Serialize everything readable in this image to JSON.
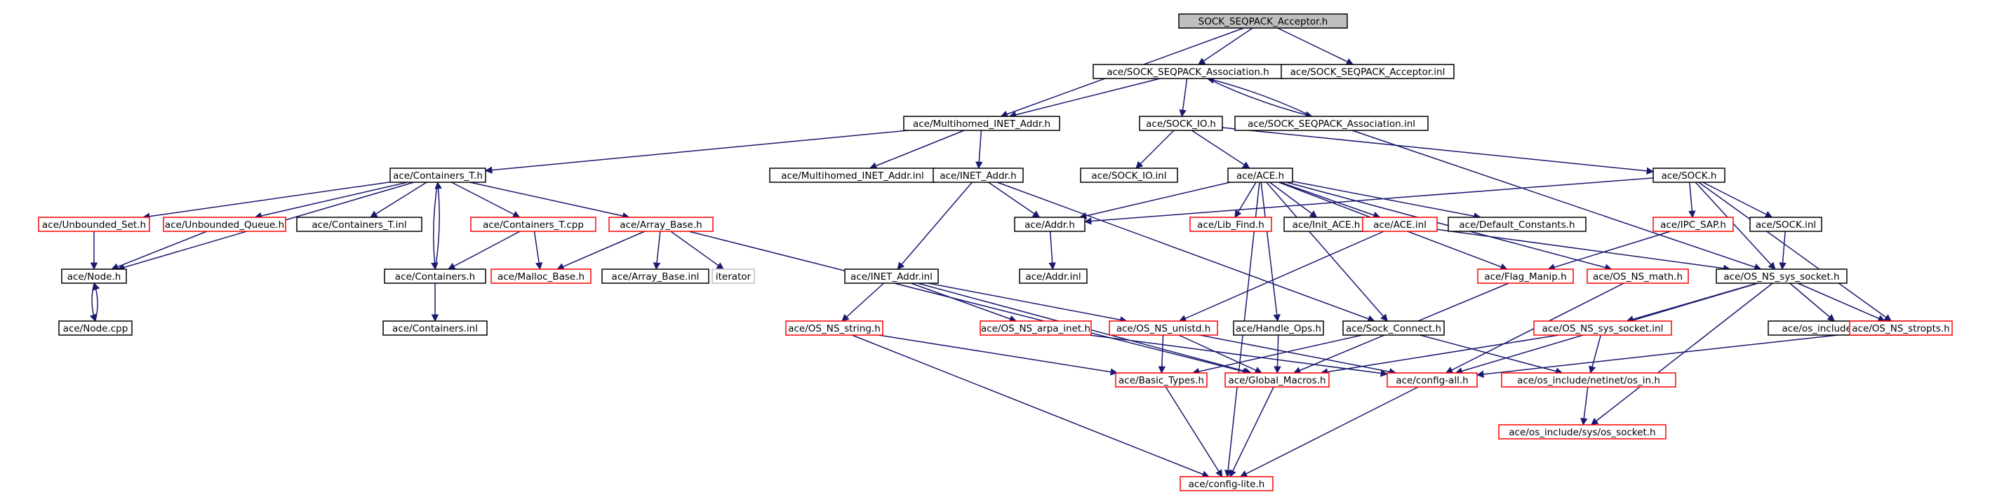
{
  "colors": {
    "root_fill": "#bfbfbf",
    "documented_border": "#000000",
    "undocumented_border": "#ff0000",
    "external_border": "#bfbfbf",
    "edge": "#191970"
  },
  "nodes": [
    {
      "id": "root",
      "label": "SOCK_SEQPACK_Acceptor.h",
      "kind": "root"
    },
    {
      "id": "assoc_h",
      "label": "ace/SOCK_SEQPACK_Association.h",
      "kind": "doc"
    },
    {
      "id": "acceptor_inl",
      "label": "ace/SOCK_SEQPACK_Acceptor.inl",
      "kind": "doc"
    },
    {
      "id": "multi_h",
      "label": "ace/Multihomed_INET_Addr.h",
      "kind": "doc"
    },
    {
      "id": "sockio_h",
      "label": "ace/SOCK_IO.h",
      "kind": "doc"
    },
    {
      "id": "assoc_inl",
      "label": "ace/SOCK_SEQPACK_Association.inl",
      "kind": "doc"
    },
    {
      "id": "cont_t_h",
      "label": "ace/Containers_T.h",
      "kind": "doc"
    },
    {
      "id": "multi_inl",
      "label": "ace/Multihomed_INET_Addr.inl",
      "kind": "doc"
    },
    {
      "id": "inet_h",
      "label": "ace/INET_Addr.h",
      "kind": "doc"
    },
    {
      "id": "sockio_inl",
      "label": "ace/SOCK_IO.inl",
      "kind": "doc"
    },
    {
      "id": "ace_h",
      "label": "ace/ACE.h",
      "kind": "doc"
    },
    {
      "id": "sock_h",
      "label": "ace/SOCK.h",
      "kind": "doc"
    },
    {
      "id": "unb_set",
      "label": "ace/Unbounded_Set.h",
      "kind": "undoc"
    },
    {
      "id": "unb_queue",
      "label": "ace/Unbounded_Queue.h",
      "kind": "undoc"
    },
    {
      "id": "cont_t_inl",
      "label": "ace/Containers_T.inl",
      "kind": "doc"
    },
    {
      "id": "cont_t_cpp",
      "label": "ace/Containers_T.cpp",
      "kind": "undoc"
    },
    {
      "id": "array_base_h",
      "label": "ace/Array_Base.h",
      "kind": "undoc"
    },
    {
      "id": "addr_h",
      "label": "ace/Addr.h",
      "kind": "doc"
    },
    {
      "id": "lib_find",
      "label": "ace/Lib_Find.h",
      "kind": "undoc"
    },
    {
      "id": "init_ace",
      "label": "ace/Init_ACE.h",
      "kind": "doc"
    },
    {
      "id": "ace_inl",
      "label": "ace/ACE.inl",
      "kind": "undoc"
    },
    {
      "id": "def_const",
      "label": "ace/Default_Constants.h",
      "kind": "doc"
    },
    {
      "id": "ipc_sap",
      "label": "ace/IPC_SAP.h",
      "kind": "undoc"
    },
    {
      "id": "sock_inl",
      "label": "ace/SOCK.inl",
      "kind": "doc"
    },
    {
      "id": "node_h",
      "label": "ace/Node.h",
      "kind": "doc"
    },
    {
      "id": "containers_h",
      "label": "ace/Containers.h",
      "kind": "doc"
    },
    {
      "id": "malloc_base",
      "label": "ace/Malloc_Base.h",
      "kind": "undoc"
    },
    {
      "id": "array_base_inl",
      "label": "ace/Array_Base.inl",
      "kind": "doc"
    },
    {
      "id": "iterator",
      "label": "iterator",
      "kind": "ext"
    },
    {
      "id": "addr_inl",
      "label": "ace/Addr.inl",
      "kind": "doc"
    },
    {
      "id": "inet_inl",
      "label": "ace/INET_Addr.inl",
      "kind": "doc"
    },
    {
      "id": "flag_manip",
      "label": "ace/Flag_Manip.h",
      "kind": "undoc"
    },
    {
      "id": "os_math",
      "label": "ace/OS_NS_math.h",
      "kind": "undoc"
    },
    {
      "id": "os_sys_socket_h",
      "label": "ace/OS_NS_sys_socket.h",
      "kind": "doc"
    },
    {
      "id": "node_cpp",
      "label": "ace/Node.cpp",
      "kind": "doc"
    },
    {
      "id": "containers_inl",
      "label": "ace/Containers.inl",
      "kind": "doc"
    },
    {
      "id": "os_string",
      "label": "ace/OS_NS_string.h",
      "kind": "undoc"
    },
    {
      "id": "os_arpa",
      "label": "ace/OS_NS_arpa_inet.h",
      "kind": "undoc"
    },
    {
      "id": "os_unistd",
      "label": "ace/OS_NS_unistd.h",
      "kind": "undoc"
    },
    {
      "id": "handle_ops",
      "label": "ace/Handle_Ops.h",
      "kind": "doc"
    },
    {
      "id": "sock_connect",
      "label": "ace/Sock_Connect.h",
      "kind": "doc"
    },
    {
      "id": "os_sys_socket_inl",
      "label": "ace/OS_NS_sys_socket.inl",
      "kind": "undoc"
    },
    {
      "id": "os_if",
      "label": "ace/os_include/net/os_if.h",
      "kind": "doc"
    },
    {
      "id": "os_stropts",
      "label": "ace/OS_NS_stropts.h",
      "kind": "undoc"
    },
    {
      "id": "basic_types",
      "label": "ace/Basic_Types.h",
      "kind": "undoc"
    },
    {
      "id": "global_macros",
      "label": "ace/Global_Macros.h",
      "kind": "undoc"
    },
    {
      "id": "config_all",
      "label": "ace/config-all.h",
      "kind": "undoc"
    },
    {
      "id": "os_in",
      "label": "ace/os_include/netinet/os_in.h",
      "kind": "undoc"
    },
    {
      "id": "os_socket",
      "label": "ace/os_include/sys/os_socket.h",
      "kind": "undoc"
    },
    {
      "id": "config_lite",
      "label": "ace/config-lite.h",
      "kind": "undoc"
    }
  ],
  "edges": [
    [
      "root",
      "assoc_h"
    ],
    [
      "root",
      "acceptor_inl"
    ],
    [
      "root",
      "multi_h"
    ],
    [
      "assoc_h",
      "multi_h"
    ],
    [
      "assoc_h",
      "sockio_h"
    ],
    [
      "assoc_h",
      "assoc_inl"
    ],
    [
      "assoc_inl",
      "assoc_h"
    ],
    [
      "multi_h",
      "cont_t_h"
    ],
    [
      "multi_h",
      "multi_inl"
    ],
    [
      "multi_h",
      "inet_h"
    ],
    [
      "sockio_h",
      "sockio_inl"
    ],
    [
      "sockio_h",
      "ace_h"
    ],
    [
      "sockio_h",
      "sock_h"
    ],
    [
      "assoc_inl",
      "os_sys_socket_h"
    ],
    [
      "cont_t_h",
      "node_h"
    ],
    [
      "cont_t_h",
      "unb_set"
    ],
    [
      "cont_t_h",
      "unb_queue"
    ],
    [
      "cont_t_h",
      "cont_t_inl"
    ],
    [
      "cont_t_h",
      "containers_h"
    ],
    [
      "cont_t_h",
      "cont_t_cpp"
    ],
    [
      "cont_t_h",
      "array_base_h"
    ],
    [
      "containers_h",
      "cont_t_h"
    ],
    [
      "containers_h",
      "containers_inl"
    ],
    [
      "unb_set",
      "node_h"
    ],
    [
      "unb_queue",
      "node_h"
    ],
    [
      "node_h",
      "node_cpp"
    ],
    [
      "node_cpp",
      "node_h"
    ],
    [
      "cont_t_cpp",
      "containers_h"
    ],
    [
      "cont_t_cpp",
      "malloc_base"
    ],
    [
      "array_base_h",
      "malloc_base"
    ],
    [
      "array_base_h",
      "array_base_inl"
    ],
    [
      "array_base_h",
      "iterator"
    ],
    [
      "array_base_h",
      "global_macros"
    ],
    [
      "inet_h",
      "addr_h"
    ],
    [
      "inet_h",
      "inet_inl"
    ],
    [
      "inet_h",
      "sock_connect"
    ],
    [
      "addr_h",
      "addr_inl"
    ],
    [
      "ace_h",
      "addr_h"
    ],
    [
      "ace_h",
      "lib_find"
    ],
    [
      "ace_h",
      "init_ace"
    ],
    [
      "ace_h",
      "ace_inl"
    ],
    [
      "ace_h",
      "def_const"
    ],
    [
      "ace_h",
      "flag_manip"
    ],
    [
      "ace_h",
      "os_math"
    ],
    [
      "ace_h",
      "handle_ops"
    ],
    [
      "ace_h",
      "sock_connect"
    ],
    [
      "ace_h",
      "config_lite"
    ],
    [
      "sock_h",
      "addr_h"
    ],
    [
      "sock_h",
      "ipc_sap"
    ],
    [
      "sock_h",
      "sock_inl"
    ],
    [
      "sock_h",
      "os_sys_socket_h"
    ],
    [
      "sock_h",
      "os_stropts"
    ],
    [
      "ipc_sap",
      "flag_manip"
    ],
    [
      "sock_inl",
      "os_sys_socket_h"
    ],
    [
      "ace_inl",
      "os_sys_socket_h"
    ],
    [
      "ace_inl",
      "os_unistd"
    ],
    [
      "inet_inl",
      "os_string"
    ],
    [
      "inet_inl",
      "os_arpa"
    ],
    [
      "inet_inl",
      "global_macros"
    ],
    [
      "inet_inl",
      "os_unistd"
    ],
    [
      "flag_manip",
      "global_macros"
    ],
    [
      "os_math",
      "config_all"
    ],
    [
      "os_sys_socket_h",
      "os_sys_socket_inl"
    ],
    [
      "os_sys_socket_h",
      "os_if"
    ],
    [
      "os_sys_socket_h",
      "os_stropts"
    ],
    [
      "os_sys_socket_h",
      "config_all"
    ],
    [
      "os_sys_socket_h",
      "os_socket"
    ],
    [
      "os_string",
      "basic_types"
    ],
    [
      "os_string",
      "config_lite"
    ],
    [
      "os_arpa",
      "config_all"
    ],
    [
      "os_unistd",
      "basic_types"
    ],
    [
      "os_unistd",
      "global_macros"
    ],
    [
      "os_unistd",
      "config_all"
    ],
    [
      "handle_ops",
      "global_macros"
    ],
    [
      "sock_connect",
      "basic_types"
    ],
    [
      "sock_connect",
      "os_in"
    ],
    [
      "os_sys_socket_inl",
      "os_in"
    ],
    [
      "os_sys_socket_inl",
      "global_macros"
    ],
    [
      "os_stropts",
      "config_all"
    ],
    [
      "basic_types",
      "config_lite"
    ],
    [
      "global_macros",
      "config_lite"
    ],
    [
      "config_all",
      "config_lite"
    ],
    [
      "os_in",
      "os_socket"
    ]
  ]
}
